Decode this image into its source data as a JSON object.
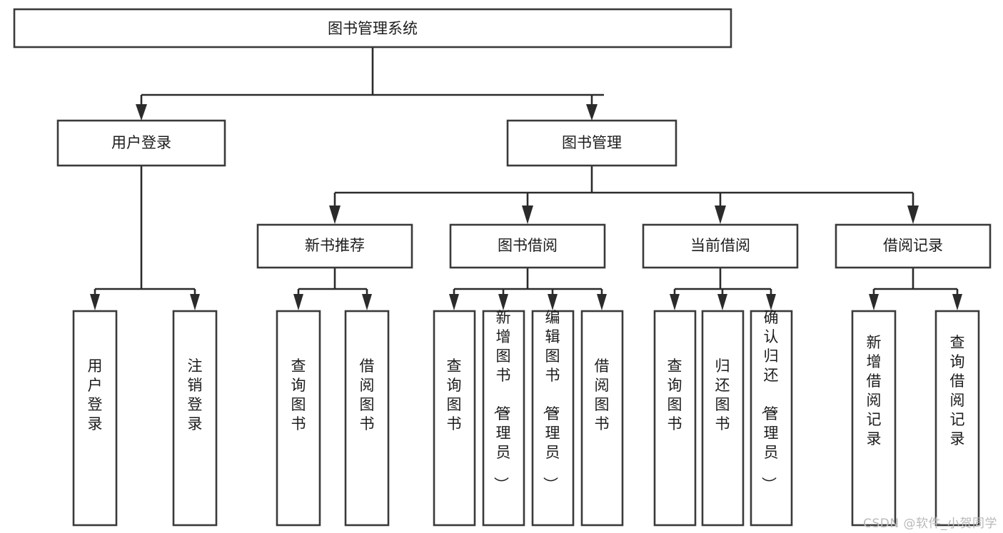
{
  "diagram": {
    "type": "tree-hierarchy-chart",
    "title": "图书管理系统",
    "orientation": "top-down",
    "colors": {
      "box_stroke": "#3a3a3a",
      "box_fill": "#ffffff",
      "connector": "#2b2b2b",
      "text": "#1c1c1c",
      "watermark": "#b9b9b9",
      "background": "#ffffff"
    },
    "levels": {
      "root": "图书管理系统",
      "level2": [
        "用户登录",
        "图书管理"
      ],
      "level3": [
        "新书推荐",
        "图书借阅",
        "当前借阅",
        "借阅记录"
      ],
      "leaf_count": 13
    },
    "nodes": {
      "root": {
        "label": "图书管理系统"
      },
      "user_login": {
        "label": "用户登录"
      },
      "book_manage": {
        "label": "图书管理"
      },
      "new_book_rec": {
        "label": "新书推荐"
      },
      "book_borrow": {
        "label": "图书借阅"
      },
      "current_borrow": {
        "label": "当前借阅"
      },
      "borrow_record": {
        "label": "借阅记录"
      }
    },
    "leaves": {
      "user_login": [
        {
          "label": "用户登录"
        },
        {
          "label": "注销登录"
        }
      ],
      "new_book_rec": [
        {
          "label": "查询图书"
        },
        {
          "label": "借阅图书"
        }
      ],
      "book_borrow": [
        {
          "label": "查询图书"
        },
        {
          "label": "新增图书（管理员）"
        },
        {
          "label": "编辑图书（管理员）"
        },
        {
          "label": "借阅图书"
        }
      ],
      "current_borrow": [
        {
          "label": "查询图书"
        },
        {
          "label": "归还图书"
        },
        {
          "label": "确认归还（管理员）"
        }
      ],
      "borrow_record": [
        {
          "label": "新增借阅记录"
        },
        {
          "label": "查询借阅记录"
        }
      ]
    }
  },
  "watermark": {
    "text": "CSDN @软件_小贺同学"
  }
}
